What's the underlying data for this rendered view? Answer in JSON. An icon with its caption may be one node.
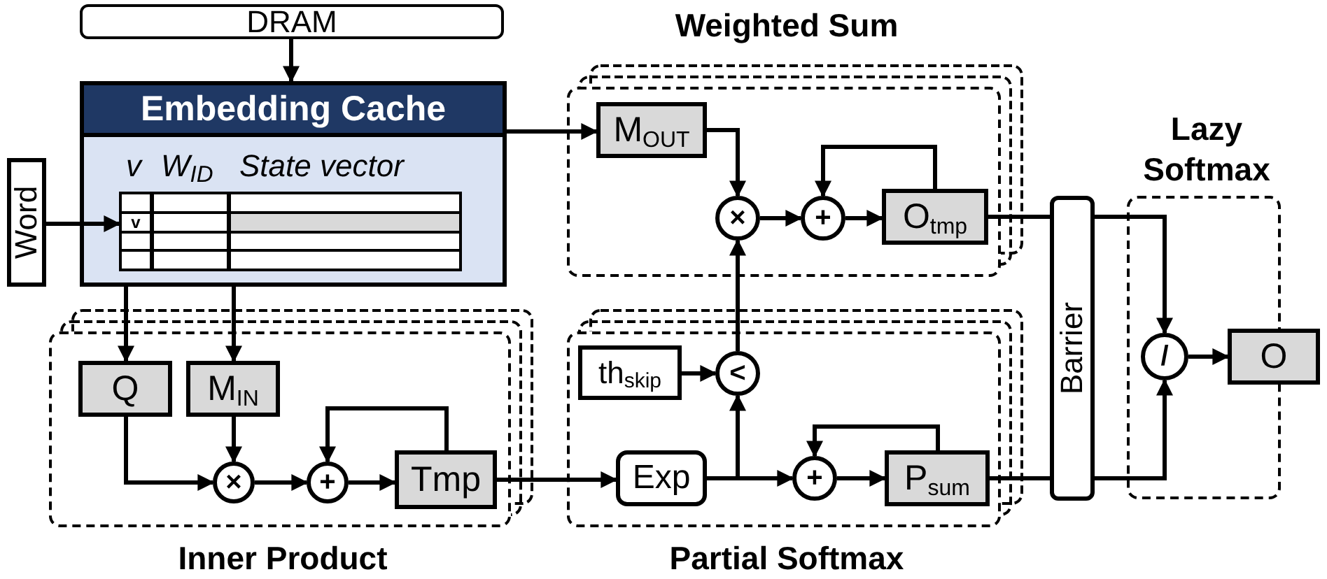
{
  "diagram": {
    "nodes": [
      {
        "text": [
          "DRAM"
        ]
      },
      {
        "text": [
          "Embedding Cache"
        ]
      },
      {
        "text": [
          "v"
        ],
        "in": 1,
        "beside": [
          "v",
          "W$_{ID}$",
          "State vector"
        ]
      },
      {
        "text": [
          "Word"
        ]
      },
      {
        "text": [
          "Inner Product"
        ]
      },
      {
        "text": [
          "Q"
        ],
        "in": 4
      },
      {
        "text": [
          "M$_{IN}$"
        ],
        "in": 4
      },
      {
        "text": [
          "×"
        ],
        "in": 4
      },
      {
        "text": [
          "+"
        ],
        "in": 4
      },
      {
        "text": [
          "Tmp"
        ],
        "in": 4
      },
      {
        "text": [
          "Weighted Sum"
        ]
      },
      {
        "text": [
          "M$_{OUT}$"
        ],
        "in": 10
      },
      {
        "text": [
          "×"
        ],
        "in": 10
      },
      {
        "text": [
          "+"
        ],
        "in": 10
      },
      {
        "text": [
          "O$_{tmp}$"
        ],
        "in": 10
      },
      {
        "text": [
          "Partial Softmax"
        ]
      },
      {
        "text": [
          "th$_{skip}$"
        ],
        "in": 15
      },
      {
        "text": [
          "<"
        ],
        "in": 15
      },
      {
        "text": [
          "Exp"
        ],
        "in": 15
      },
      {
        "text": [
          "+"
        ],
        "in": 15
      },
      {
        "text": [
          "P$_{sum}$"
        ],
        "in": 15
      },
      {
        "text": [
          "Barrier"
        ]
      },
      {
        "text": [
          "Lazy Softmax"
        ]
      },
      {
        "text": [
          "/"
        ],
        "in": 22
      },
      {
        "text": [
          "O"
        ]
      }
    ],
    "edges": [
      {
        "from": 0,
        "to": 1,
        "arrow": "to"
      },
      {
        "from": 3,
        "to": 2,
        "arrow": "to"
      },
      {
        "from": 1,
        "to": 5,
        "arrow": "to"
      },
      {
        "from": 1,
        "to": 6,
        "arrow": "to"
      },
      {
        "from": 5,
        "to": 7,
        "arrow": "to"
      },
      {
        "from": 6,
        "to": 7,
        "arrow": "to"
      },
      {
        "from": 7,
        "to": 8,
        "arrow": "to"
      },
      {
        "from": 8,
        "to": 9,
        "arrow": "to"
      },
      {
        "from": 9,
        "to": 8,
        "arrow": "to"
      },
      {
        "from": 9,
        "to": 18,
        "arrow": "to"
      },
      {
        "from": 1,
        "to": 11,
        "arrow": "to"
      },
      {
        "from": 11,
        "to": 12,
        "arrow": "to"
      },
      {
        "from": 12,
        "to": 13,
        "arrow": "to"
      },
      {
        "from": 13,
        "to": 14,
        "arrow": "to"
      },
      {
        "from": 14,
        "to": 13,
        "arrow": "to"
      },
      {
        "from": 16,
        "to": 17,
        "arrow": "to"
      },
      {
        "from": 18,
        "to": 19,
        "arrow": "to"
      },
      {
        "from": 18,
        "to": 17,
        "arrow": "to"
      },
      {
        "from": 19,
        "to": 20,
        "arrow": "to"
      },
      {
        "from": 20,
        "to": 19,
        "arrow": "to"
      },
      {
        "from": 17,
        "to": 12,
        "arrow": "to"
      },
      {
        "from": 14,
        "to": 21,
        "arrow": "none"
      },
      {
        "from": 20,
        "to": 21,
        "arrow": "none"
      },
      {
        "from": 21,
        "to": 23,
        "arrow": "to"
      },
      {
        "from": 21,
        "to": 23,
        "arrow": "to"
      },
      {
        "from": 23,
        "to": 24,
        "arrow": "to"
      }
    ]
  }
}
